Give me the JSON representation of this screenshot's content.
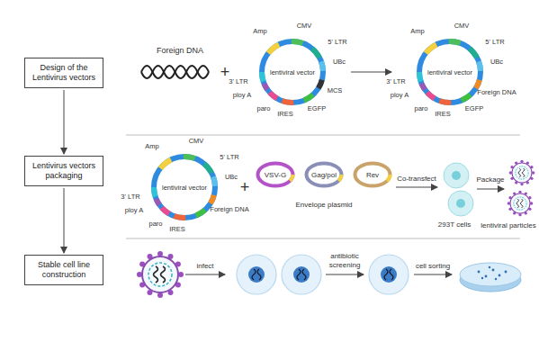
{
  "diagram": {
    "nodes": [
      {
        "text": [
          "Design of the Lentivirus vectors"
        ]
      },
      {
        "text": [
          "lentiviral vector",
          "Amp",
          "CMV",
          "5' LTR",
          "UBc",
          "MCS",
          "EGFP",
          "IRES",
          "paro",
          "ploy A",
          "3' LTR"
        ]
      },
      {
        "text": [
          "lentiviral vector",
          "Amp",
          "CMV",
          "5' LTR",
          "UBc",
          "Foreign DNA",
          "EGFP",
          "IRES",
          "paro",
          "ploy A",
          "3' LTR"
        ]
      },
      {
        "text": [
          "Lentivirus vectors packaging"
        ]
      },
      {
        "text": [
          "lentiviral vector",
          "Amp",
          "CMV",
          "5' LTR",
          "UBc",
          "Foreign DNA",
          "IRES",
          "paro",
          "ploy A",
          "3' LTR"
        ]
      },
      {
        "text": [
          "VSV-G"
        ]
      },
      {
        "text": [
          "Gag/pol"
        ]
      },
      {
        "text": [
          "Rev"
        ]
      },
      {
        "text": [
          "Stable cell line construction"
        ]
      }
    ],
    "edges": [
      {
        "from": 0,
        "to": 3,
        "arrow": "to"
      },
      {
        "from": 3,
        "to": 8,
        "arrow": "to"
      },
      {
        "from": 1,
        "to": 2,
        "arrow": "to"
      }
    ],
    "labels": [
      "Foreign DNA",
      "+",
      "+",
      "Envelope plasmid",
      "Co-transfect",
      "293T cells",
      "Package",
      "lentiviral particles",
      "infect",
      "antibiotic screening",
      "cell sorting"
    ]
  }
}
